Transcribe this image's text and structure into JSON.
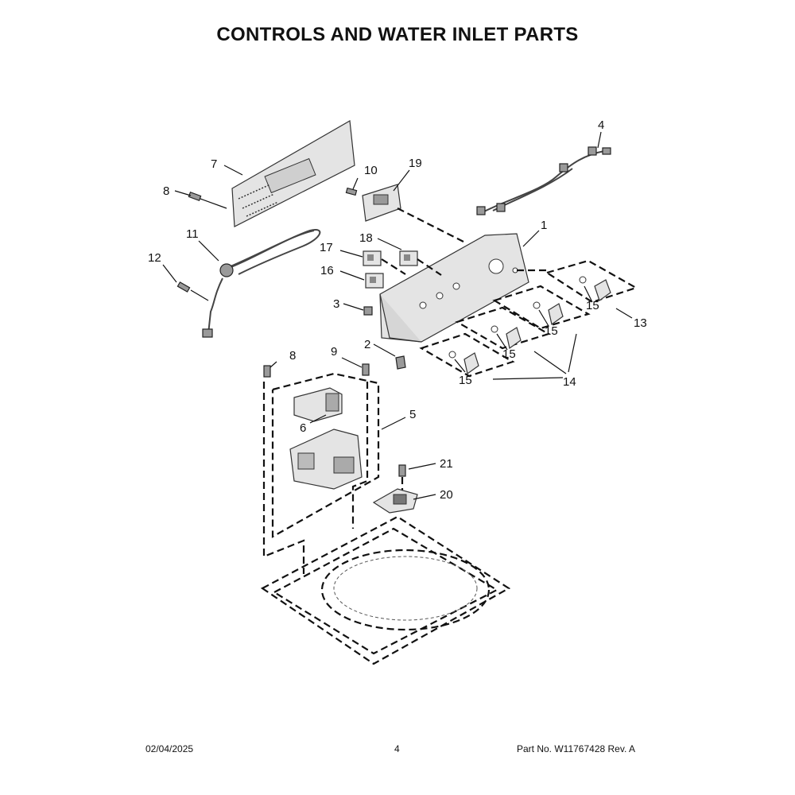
{
  "title": "CONTROLS AND WATER INLET PARTS",
  "callouts": [
    {
      "id": "c1",
      "label": "1"
    },
    {
      "id": "c2",
      "label": "2"
    },
    {
      "id": "c3",
      "label": "3"
    },
    {
      "id": "c4",
      "label": "4"
    },
    {
      "id": "c5",
      "label": "5"
    },
    {
      "id": "c6",
      "label": "6"
    },
    {
      "id": "c7",
      "label": "7"
    },
    {
      "id": "c8a",
      "label": "8"
    },
    {
      "id": "c8b",
      "label": "8"
    },
    {
      "id": "c9",
      "label": "9"
    },
    {
      "id": "c10",
      "label": "10"
    },
    {
      "id": "c11",
      "label": "11"
    },
    {
      "id": "c12",
      "label": "12"
    },
    {
      "id": "c13",
      "label": "13"
    },
    {
      "id": "c14",
      "label": "14"
    },
    {
      "id": "c15a",
      "label": "15"
    },
    {
      "id": "c15b",
      "label": "15"
    },
    {
      "id": "c15c",
      "label": "15"
    },
    {
      "id": "c15d",
      "label": "15"
    },
    {
      "id": "c16",
      "label": "16"
    },
    {
      "id": "c17",
      "label": "17"
    },
    {
      "id": "c18",
      "label": "18"
    },
    {
      "id": "c19",
      "label": "19"
    },
    {
      "id": "c20",
      "label": "20"
    },
    {
      "id": "c21",
      "label": "21"
    }
  ],
  "footer": {
    "date": "02/04/2025",
    "page": "4",
    "part_no": "Part No.  W11767428  Rev.  A"
  }
}
